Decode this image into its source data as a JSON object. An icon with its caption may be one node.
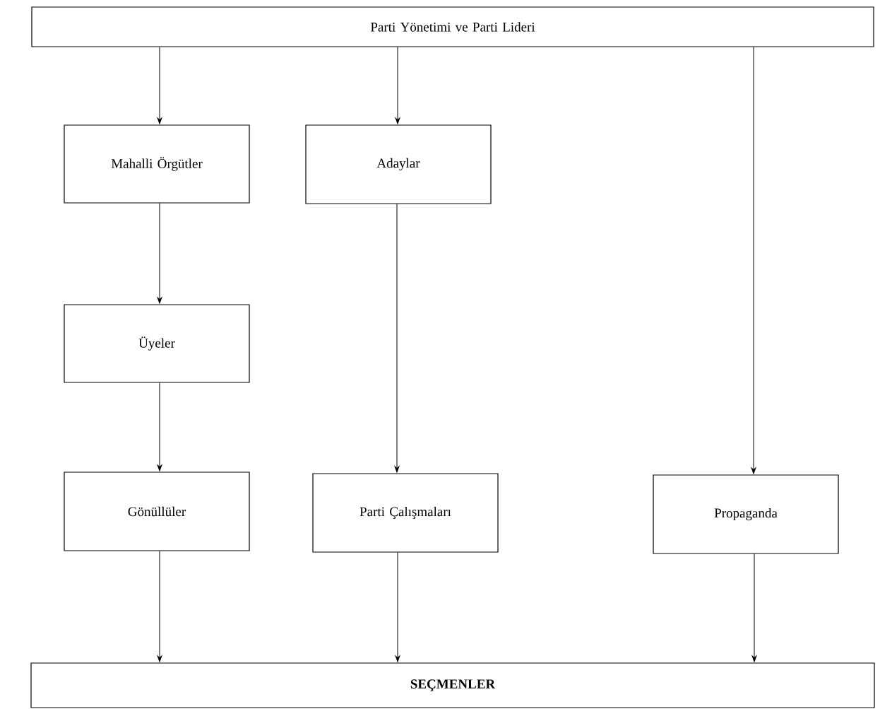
{
  "diagram": {
    "nodes": [
      {
        "text": [
          "Parti Yönetimi ve Parti Lideri"
        ]
      },
      {
        "text": [
          "Mahalli Örgütler"
        ]
      },
      {
        "text": [
          "Adaylar"
        ]
      },
      {
        "text": [
          "Üyeler"
        ]
      },
      {
        "text": [
          "Gönüllüler"
        ]
      },
      {
        "text": [
          "Parti Çalışmaları"
        ]
      },
      {
        "text": [
          "Propaganda"
        ]
      },
      {
        "text": [
          "SEÇMENLER"
        ]
      }
    ],
    "edges": [
      {
        "from": 0,
        "to": 1,
        "arrow": "to"
      },
      {
        "from": 0,
        "to": 2,
        "arrow": "to"
      },
      {
        "from": 0,
        "to": 6,
        "arrow": "to"
      },
      {
        "from": 1,
        "to": 3,
        "arrow": "to"
      },
      {
        "from": 3,
        "to": 4,
        "arrow": "to"
      },
      {
        "from": 2,
        "to": 5,
        "arrow": "to"
      },
      {
        "from": 4,
        "to": 7,
        "arrow": "to"
      },
      {
        "from": 5,
        "to": 7,
        "arrow": "to"
      },
      {
        "from": 6,
        "to": 7,
        "arrow": "to"
      }
    ]
  }
}
